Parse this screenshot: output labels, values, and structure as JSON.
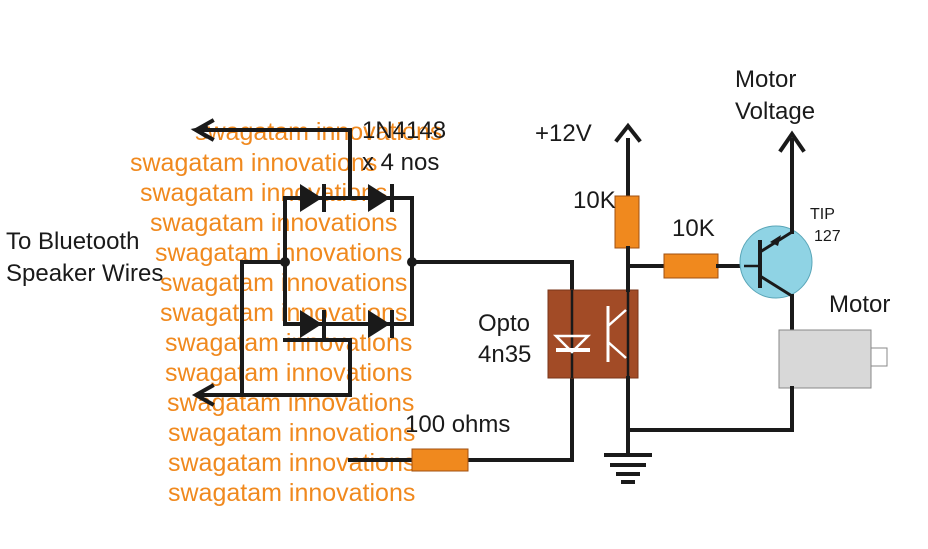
{
  "colors": {
    "wire": "#1a1a1a",
    "resistor": "#f0891e",
    "watermark": "#f0891e",
    "optocoupler": "#a24b26",
    "transistor": "#8fd3e4",
    "motor": "#d8d8d8"
  },
  "labels": {
    "bluetooth": [
      "To Bluetooth",
      "Speaker Wires"
    ],
    "diode": "1N4148",
    "diode_count": "x 4 nos",
    "supply": "+12V",
    "r_pullup": "10K",
    "r_base": "10K",
    "transistor_type": "TIP",
    "transistor_number": "127",
    "motor_voltage": [
      "Motor",
      "Voltage"
    ],
    "motor": "Motor",
    "opto": [
      "Opto",
      "4n35"
    ],
    "r_input": "100 ohms"
  },
  "watermark": {
    "lines": [
      "swagatam innovations",
      "swagatam innovations",
      "swagatam innovations",
      "swagatam innovations",
      "swagatam innovations",
      "swagatam innovations",
      "swagatam innovations",
      "swagatam innovations",
      "swagatam innovations",
      "swagatam innovations",
      "swagatam innovations",
      "swagatam innovations",
      "swagatam innovations"
    ]
  }
}
